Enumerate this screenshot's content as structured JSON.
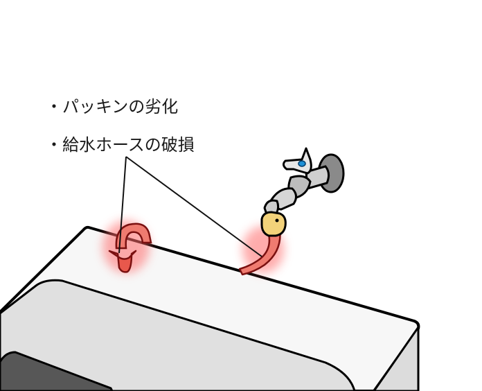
{
  "labels": [
    {
      "text": "・パッキンの劣化"
    },
    {
      "text": "・給水ホースの破損"
    }
  ],
  "illustration": {
    "subject": "washing-machine-top-with-faucet-and-hose",
    "highlight_color": "#e8584c",
    "glow_color": "#ff6b6b",
    "body_top_color": "#f7f7f7",
    "panel_color": "#e0e0e0",
    "window_color": "#575757",
    "faucet_color": "#c8c8c8",
    "faucet_wall_color": "#8a8a8a",
    "faucet_handle_dot_color": "#1e90d6",
    "packing_nut_color": "#f3d27a",
    "leader_line_color": "#111111"
  }
}
